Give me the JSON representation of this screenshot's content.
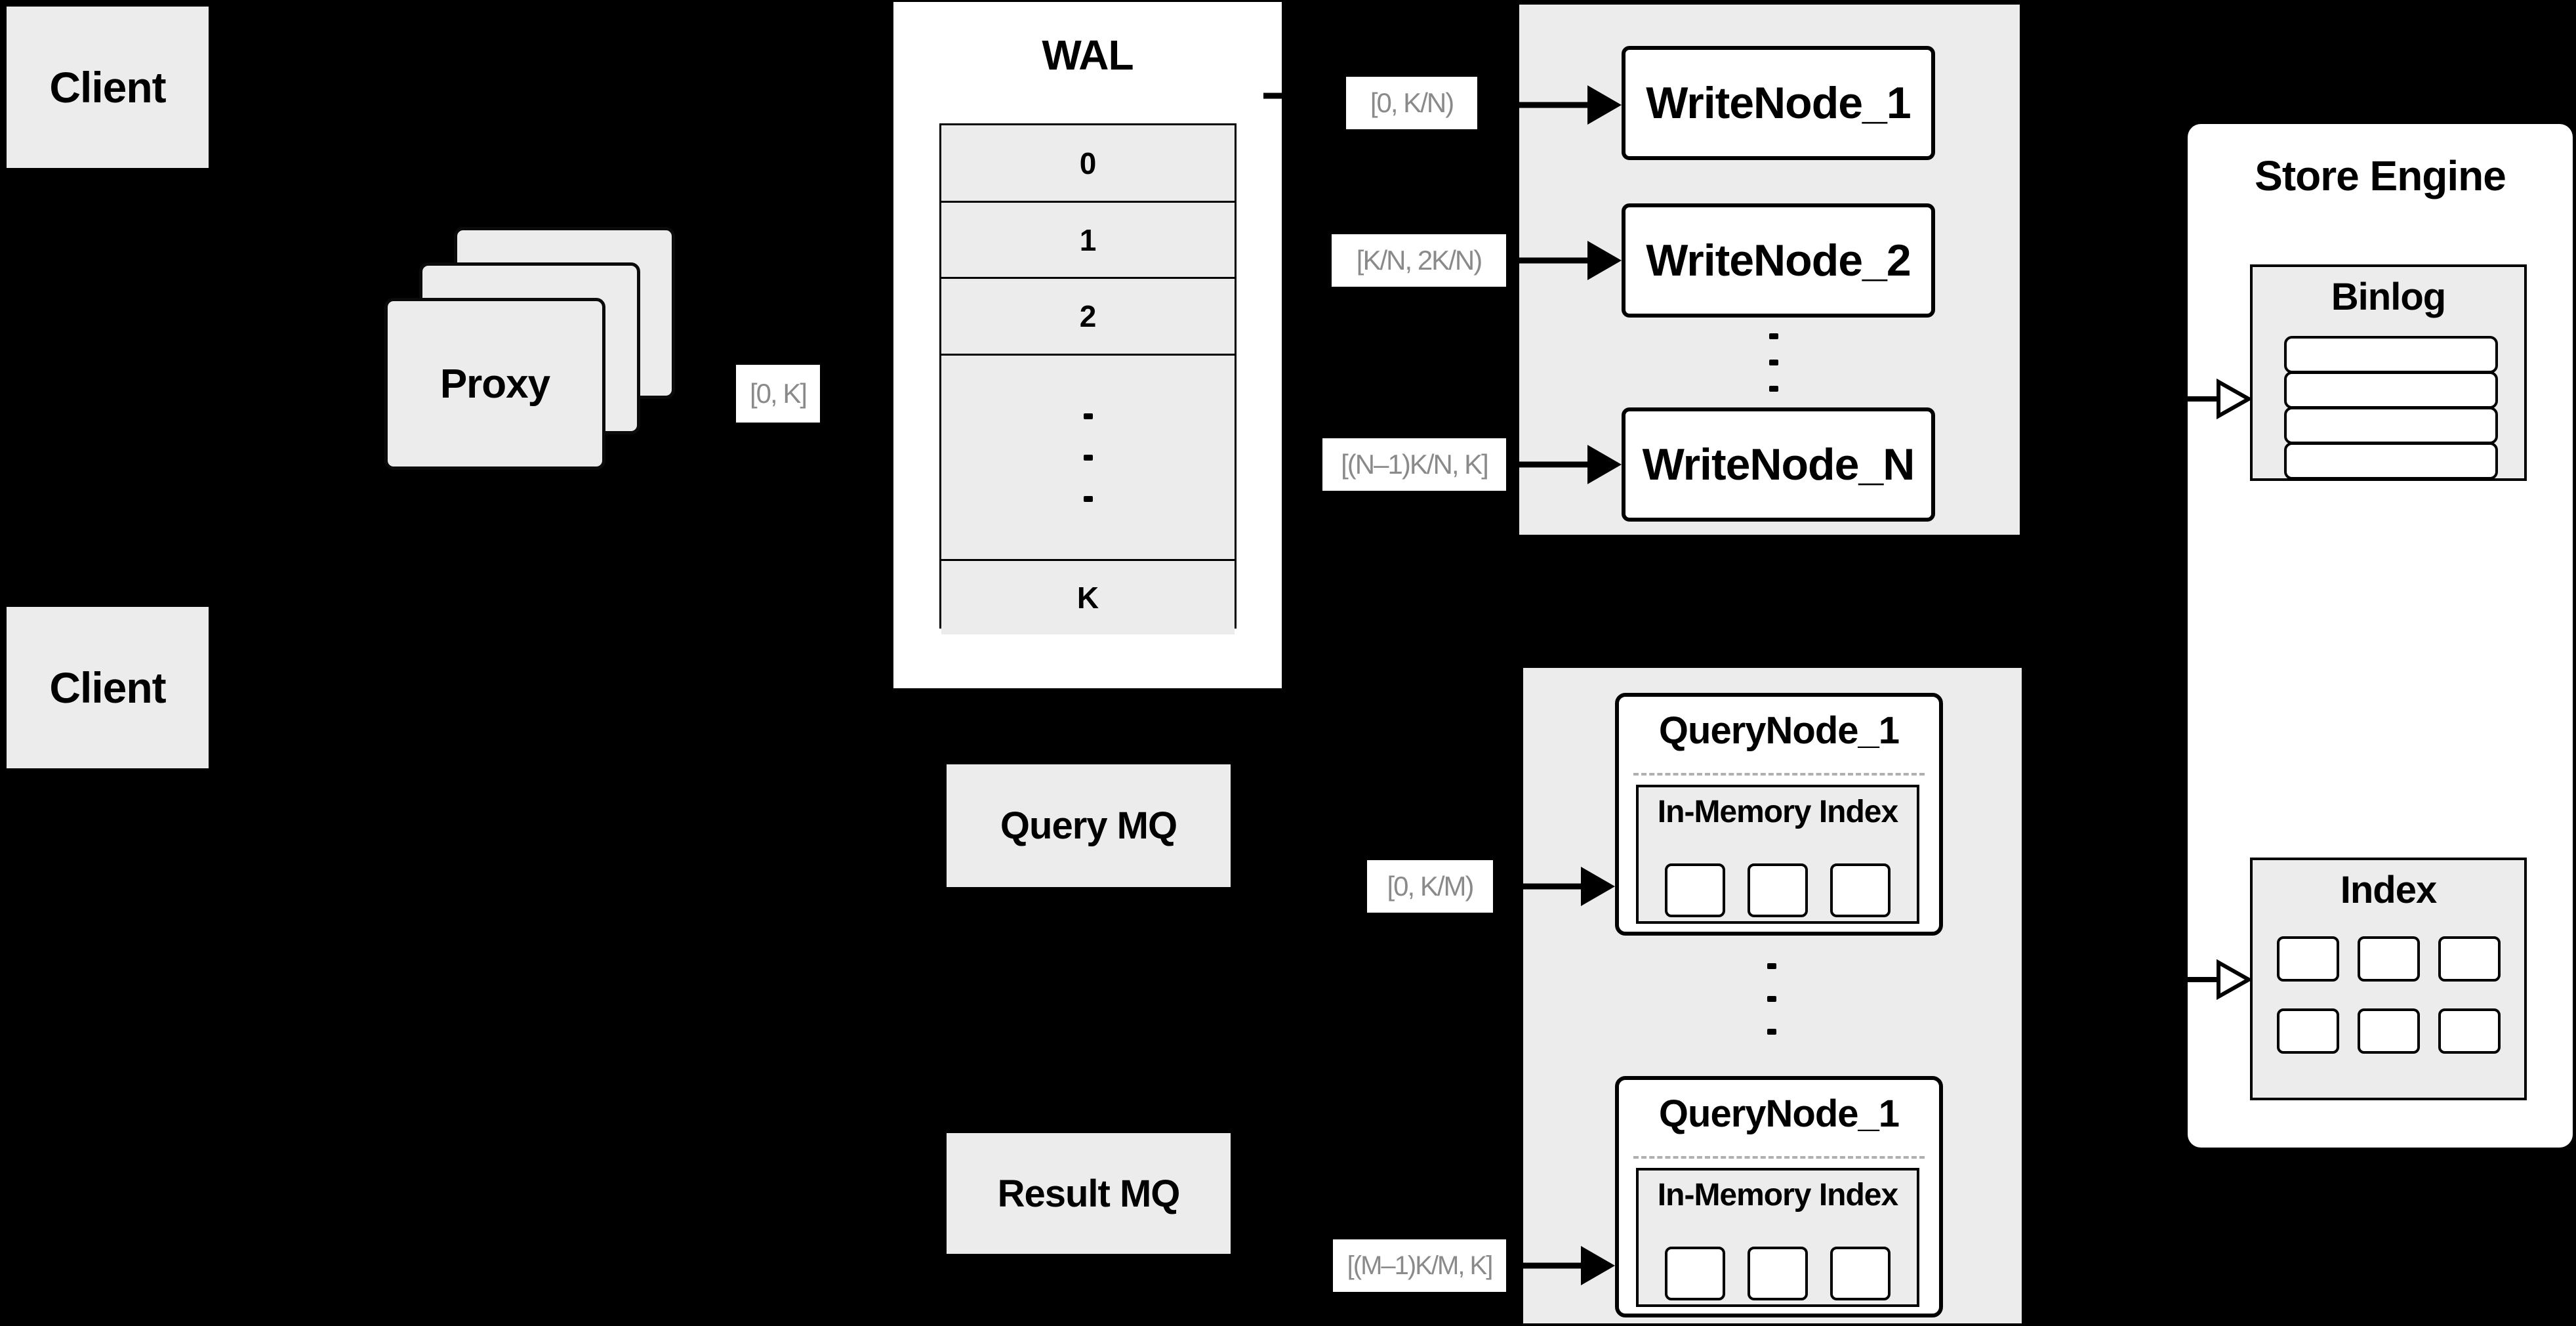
{
  "diagram": {
    "client_top": "Client",
    "client_bottom": "Client",
    "proxy": "Proxy",
    "proxy_range": "[0, K]",
    "wal": {
      "title": "WAL",
      "rows": [
        "0",
        "1",
        "2",
        "K"
      ]
    },
    "write_group": {
      "ranges": [
        "[0, K/N)",
        "[K/N, 2K/N)",
        "[(N–1)K/N, K]"
      ],
      "nodes": [
        "WriteNode_1",
        "WriteNode_2",
        "WriteNode_N"
      ]
    },
    "query_group": {
      "ranges": [
        "[0, K/M)",
        "[(M–1)K/M, K]"
      ],
      "nodes": [
        {
          "title": "QueryNode_1",
          "index_title": "In-Memory Index"
        },
        {
          "title": "QueryNode_1",
          "index_title": "In-Memory Index"
        }
      ]
    },
    "mq": {
      "query": "Query MQ",
      "result": "Result MQ"
    },
    "store_engine": {
      "title": "Store Engine",
      "binlog": "Binlog",
      "index": "Index"
    },
    "colors": {
      "background": "#000000",
      "panel_fill": "#ececec",
      "node_fill": "#ffffff",
      "line": "#000000",
      "range_text": "#8a8a8a"
    }
  }
}
